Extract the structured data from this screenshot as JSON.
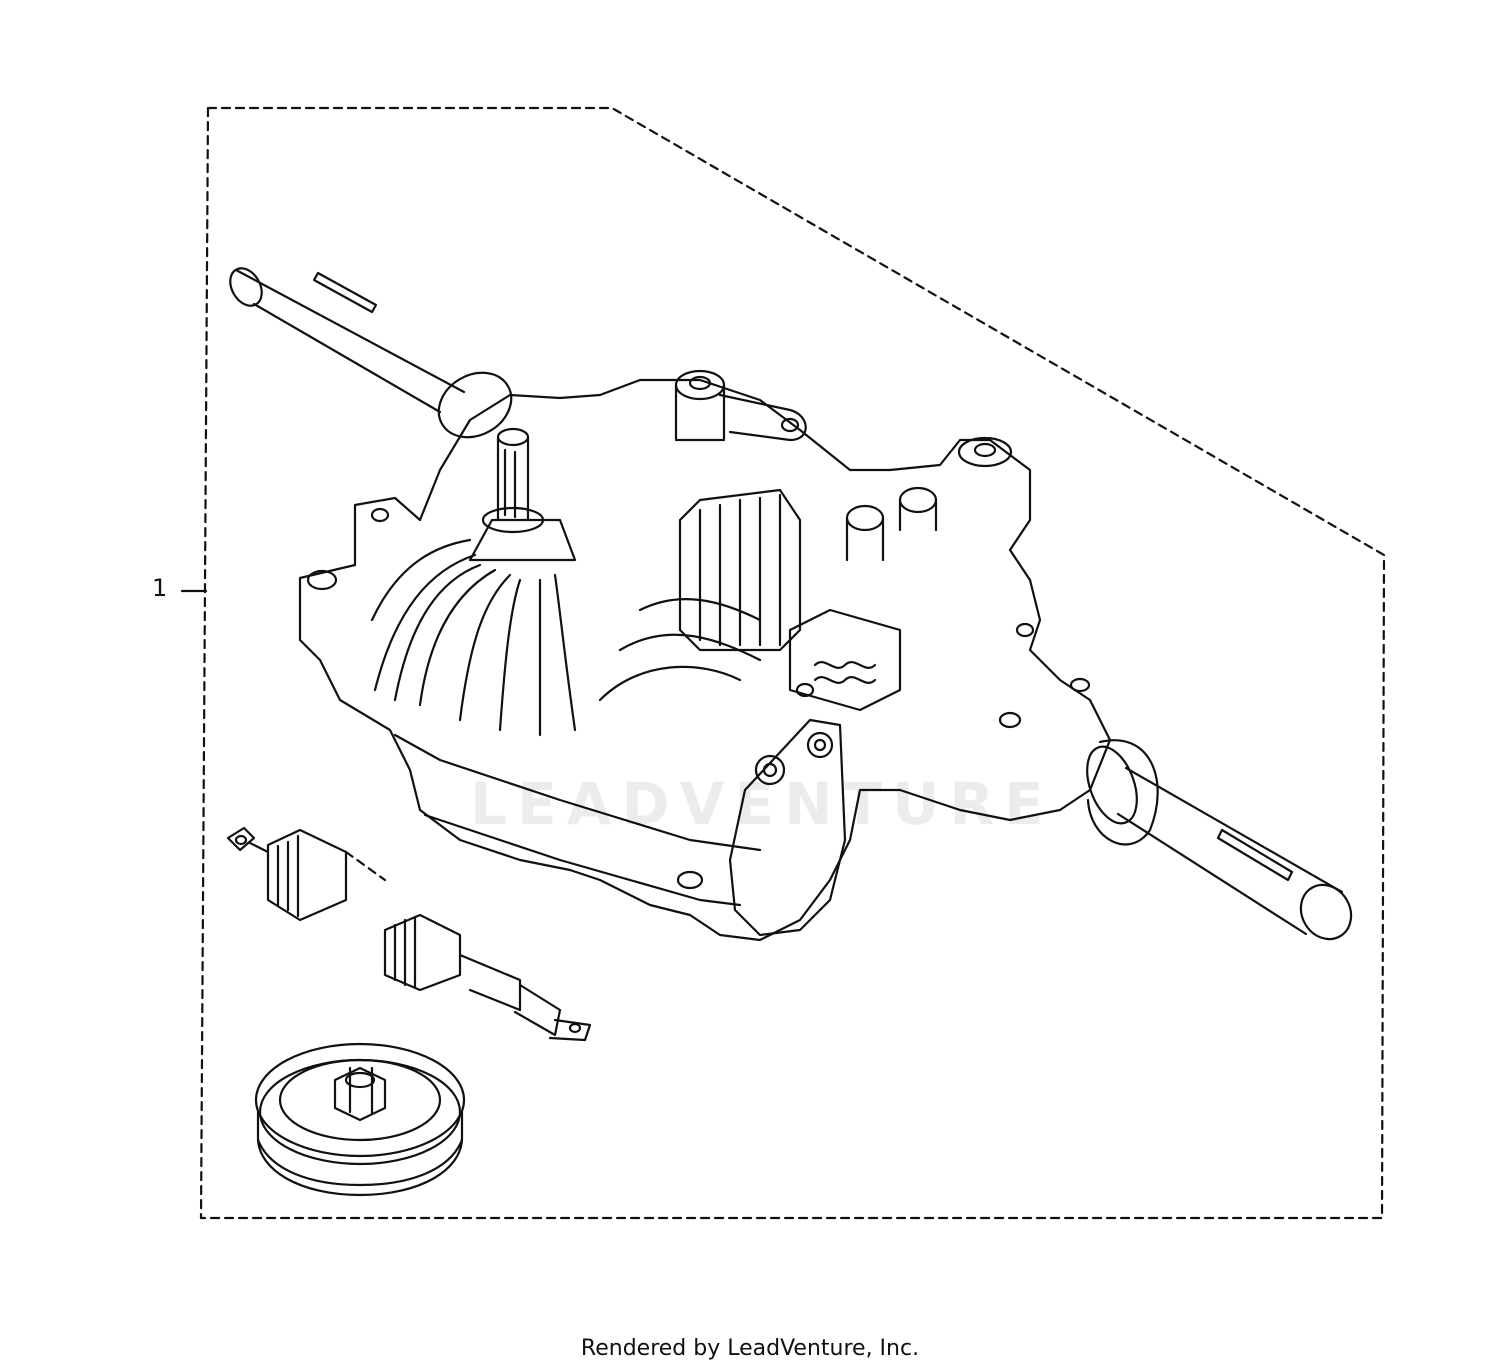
{
  "diagram": {
    "callout_number": "1",
    "watermark": "LEADVENTURE"
  },
  "footer": {
    "text": "Rendered by LeadVenture, Inc."
  },
  "colors": {
    "line": "#111111",
    "background": "#ffffff"
  }
}
